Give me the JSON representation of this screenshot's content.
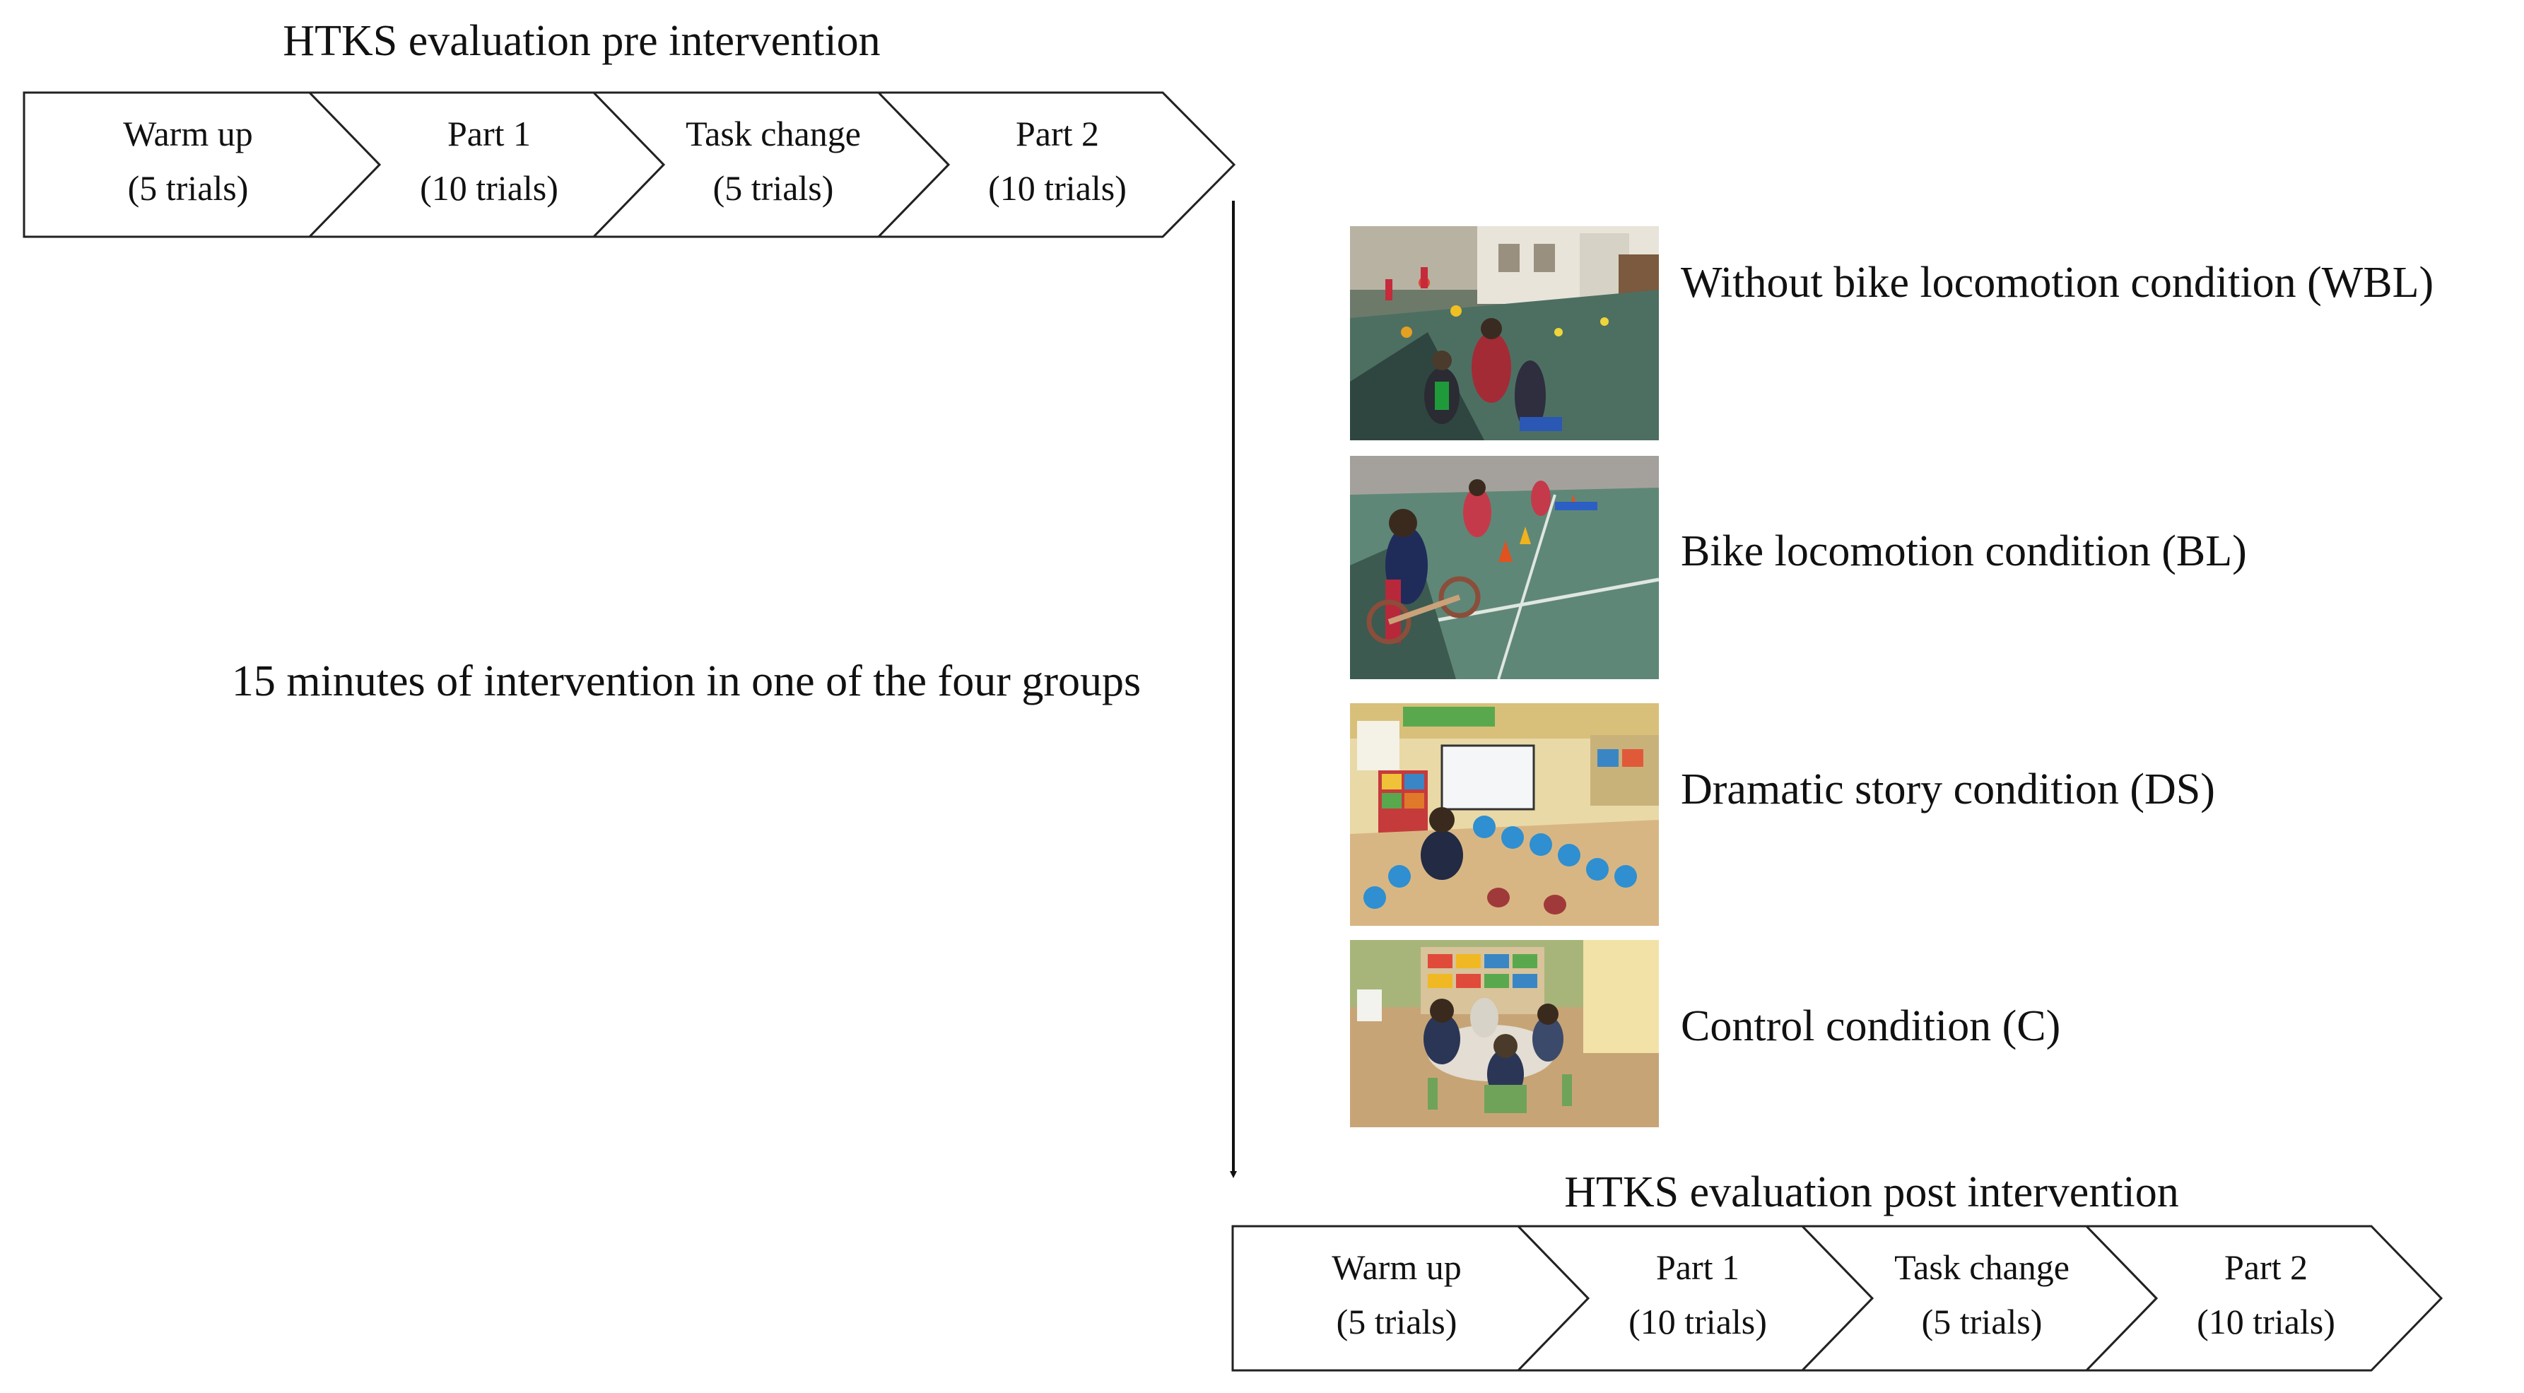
{
  "pre": {
    "title": "HTKS  evaluation pre intervention",
    "steps": [
      {
        "label": "Warm up",
        "trials": "(5 trials)"
      },
      {
        "label": "Part 1",
        "trials": "(10 trials)"
      },
      {
        "label": "Task change",
        "trials": "(5 trials)"
      },
      {
        "label": "Part 2",
        "trials": "(10 trials)"
      }
    ]
  },
  "intervention": {
    "label": "15 minutes of intervention in one of the four groups"
  },
  "conditions": [
    {
      "label": "Without bike locomotion condition (WBL)",
      "photo": "children-walking-cone-course-photo"
    },
    {
      "label": "Bike locomotion condition (BL)",
      "photo": "children-balance-bike-course-photo"
    },
    {
      "label": "Dramatic story condition (DS)",
      "photo": "classroom-story-circle-photo"
    },
    {
      "label": "Control condition (C)",
      "photo": "classroom-table-activity-photo"
    }
  ],
  "post": {
    "title": "HTKS  evaluation post intervention",
    "steps": [
      {
        "label": "Warm up",
        "trials": "(5 trials)"
      },
      {
        "label": "Part 1",
        "trials": "(10 trials)"
      },
      {
        "label": "Task change",
        "trials": "(5 trials)"
      },
      {
        "label": "Part 2",
        "trials": "(10 trials)"
      }
    ]
  }
}
